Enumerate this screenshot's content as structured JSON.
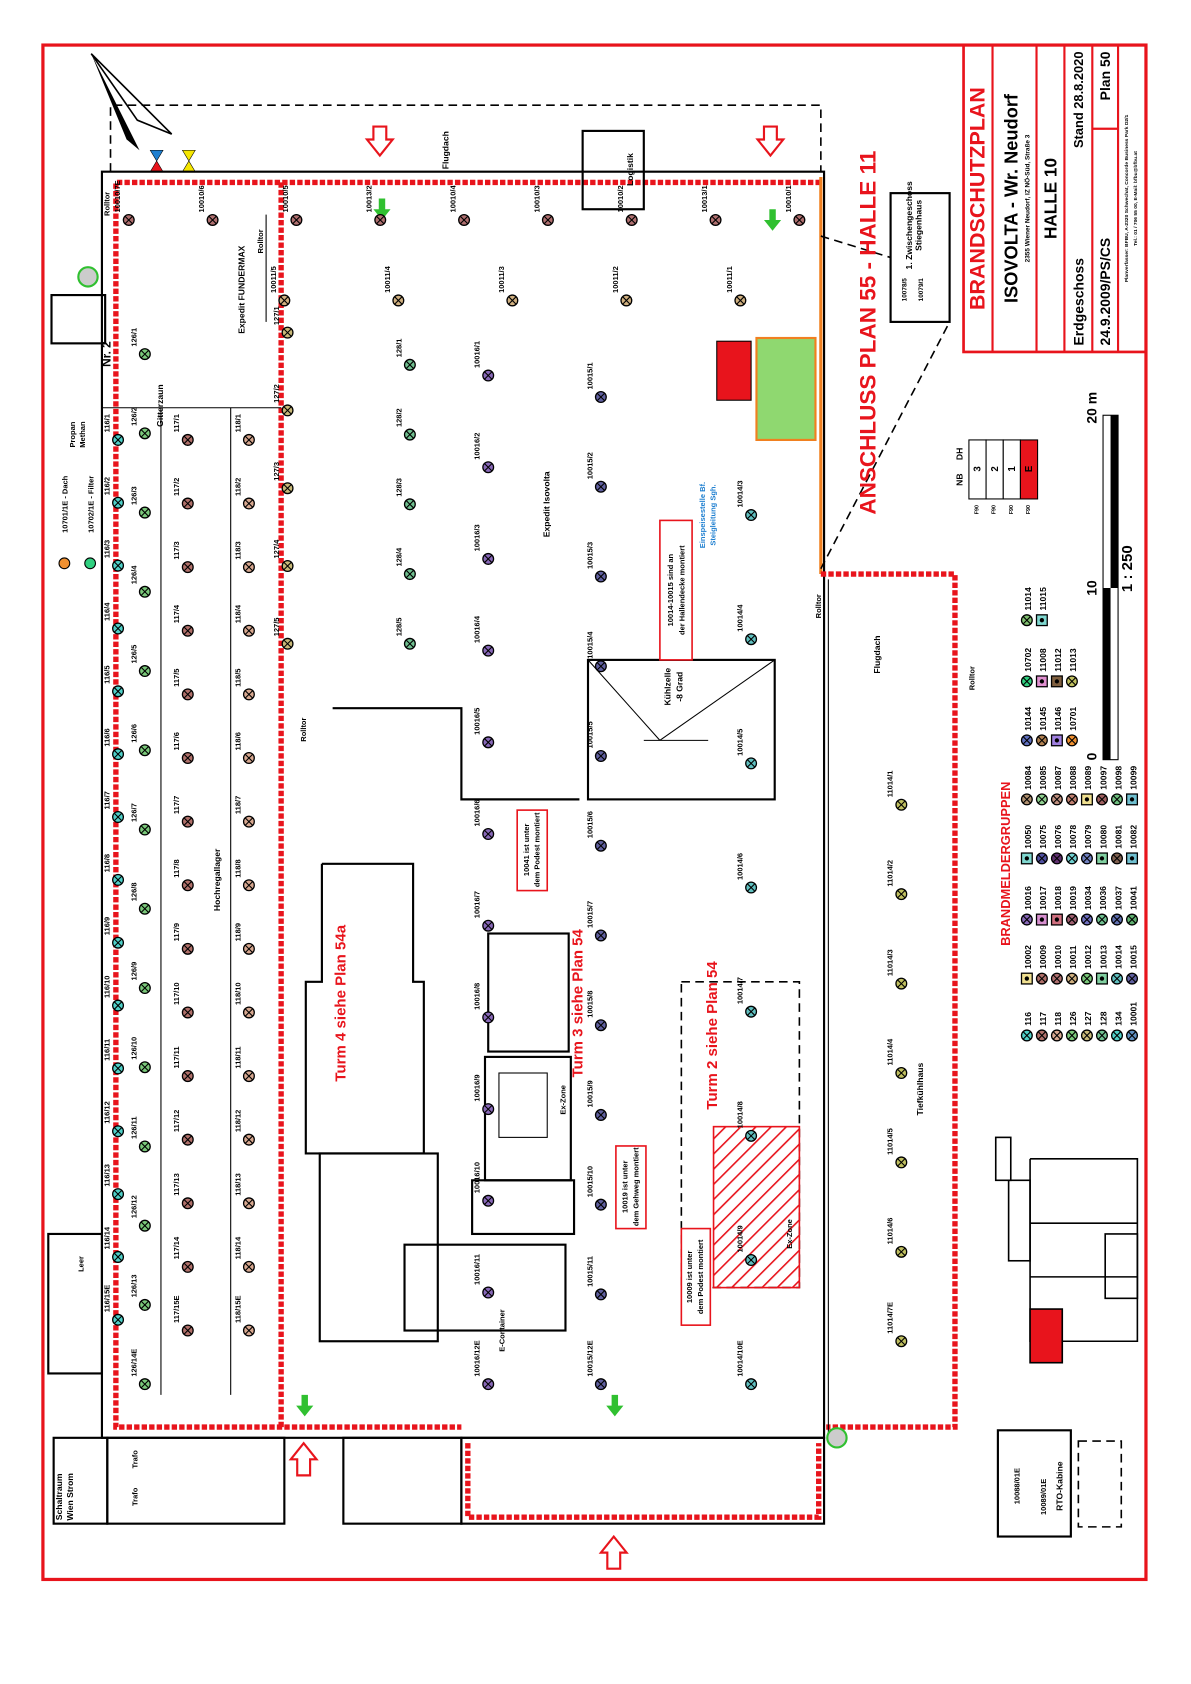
{
  "title_block": {
    "title": "BRANDSCHUTZPLAN",
    "company": "ISOVOLTA - Wr. Neudorf",
    "address": "2355 Wiener Neudorf, IZ NÖ-Süd, Straße 3",
    "hall": "HALLE 10",
    "floor": "Erdgeschoss",
    "status": "Stand 28.8.2020",
    "created": "24.9.2009/PS/CS",
    "plan_no": "Plan 50",
    "author_line1": "Planverfasser: BFBU, A-2320 Schwechat, Concorde Business Park D2/1",
    "author_line2": "Tel.: 01 / 706 55 00, E-Mail: bfbu@bfbu.at"
  },
  "scale": {
    "ratio": "1 : 250",
    "tick_0": "0",
    "tick_10": "10",
    "tick_20": "20 m"
  },
  "floors_table": {
    "nb": "NB",
    "dh": "DH",
    "levels": [
      "3",
      "2",
      "1",
      "E"
    ],
    "fire_rating": "F90",
    "current": "E"
  },
  "labels": {
    "hochregallager": "Hochregallager",
    "expedit_fundermax": "Expedit FUNDERMAX",
    "expedit_isovolta": "Expedit Isovolta",
    "tiefkuehlhaus": "Tiefkühlhaus",
    "flugdach": "Flugdach",
    "logistik": "Logistik",
    "kuehlzelle": "Kühlzelle",
    "kuehlzelle_temp": "-8 Grad",
    "turm4": "Turm 4 siehe Plan 54a",
    "turm3": "Turm 3 siehe Plan 54",
    "turm2": "Turm 2 siehe Plan 54",
    "anschluss": "ANSCHLUSS PLAN 55 - HALLE 11",
    "zwischengeschoss": "1. Zwischengeschoss",
    "stiegenhaus": "Stiegenhaus",
    "schaltraum": "Schaltraum",
    "wien_strom": "Wien Strom",
    "gitterzaun": "Gitterzaun",
    "propan": "Propan",
    "methan": "Methan",
    "nr2": "Nr. 2",
    "rolltor": "Rolltor",
    "e_container": "E-Container",
    "ex_zone": "Ex-Zone",
    "rto": "RTO-Kabine",
    "rto_det1": "10088/01E",
    "rto_det2": "10089/01E",
    "trafo": "Trafo",
    "leer": "Leer",
    "roof_dach": "10701/1E - Dach",
    "roof_filter": "10702/1E - Filter",
    "stair_det1": "10078/5",
    "stair_det2": "10079/1"
  },
  "notes": {
    "n1a": "10014-10015 sind an",
    "n1b": "der Hallendecke montiert",
    "n2a": "Einspeisestelle Bf.",
    "n2b": "Steigleitung Sgh.",
    "n3a": "10041 ist unter",
    "n3b": "dem Podest montiert",
    "n4a": "10019 ist unter",
    "n4b": "dem Gehweg montiert",
    "n5a": "10009 ist unter",
    "n5b": "dem Podest montiert"
  },
  "detector_rows": [
    {
      "group": "116",
      "color": "#4fd0c8",
      "labels": [
        "116/1",
        "116/2",
        "116/3",
        "116/4",
        "116/5",
        "116/6",
        "116/7",
        "116/8",
        "116/9",
        "116/10",
        "116/11",
        "116/12",
        "116/13",
        "116/14",
        "116/15E"
      ]
    },
    {
      "group": "126",
      "color": "#7ac87a",
      "labels": [
        "126/1",
        "126/2",
        "126/3",
        "126/4",
        "126/5",
        "126/6",
        "126/7",
        "126/8",
        "126/9",
        "126/10",
        "126/11",
        "126/12",
        "126/13",
        "126/14E"
      ]
    },
    {
      "group": "117",
      "color": "#b0706a",
      "labels": [
        "117/1",
        "117/2",
        "117/3",
        "117/4",
        "117/5",
        "117/6",
        "117/7",
        "117/8",
        "117/9",
        "117/10",
        "117/11",
        "117/12",
        "117/13",
        "117/14",
        "117/15E"
      ]
    },
    {
      "group": "118",
      "color": "#d8a890",
      "labels": [
        "118/1",
        "118/2",
        "118/3",
        "118/4",
        "118/5",
        "118/6",
        "118/7",
        "118/8",
        "118/9",
        "118/10",
        "118/11",
        "118/12",
        "118/13",
        "118/14",
        "118/15E"
      ]
    },
    {
      "group": "127",
      "color": "#c8b878",
      "labels": [
        "127/1",
        "127/2",
        "127/3",
        "127/4",
        "127/5"
      ]
    },
    {
      "group": "128",
      "color": "#70c090",
      "labels": [
        "128/1",
        "128/2",
        "128/3",
        "128/4",
        "128/5"
      ]
    },
    {
      "group": "10016",
      "color": "#8868b8",
      "labels": [
        "10016/1",
        "10016/2",
        "10016/3",
        "10016/4",
        "10016/5",
        "10016/6",
        "10016/7",
        "10016/8",
        "10016/9",
        "10016/10",
        "10016/11",
        "10016/12E"
      ]
    },
    {
      "group": "10015",
      "color": "#6060a0",
      "labels": [
        "10015/1",
        "10015/2",
        "10015/3",
        "10015/4",
        "10015/5",
        "10015/6",
        "10015/7",
        "10015/8",
        "10015/9",
        "10015/10",
        "10015/11",
        "10015/12E"
      ]
    },
    {
      "group": "10014",
      "color": "#60c0c0",
      "labels": [
        "10014/3",
        "10014/4",
        "10014/5",
        "10014/6",
        "10014/7",
        "10014/8",
        "10014/9",
        "10014/10E"
      ]
    },
    {
      "group": "11014",
      "color": "#c0c060",
      "labels": [
        "11014/1",
        "11014/2",
        "11014/3",
        "11014/4",
        "11014/5",
        "11014/6",
        "11014/7E"
      ]
    },
    {
      "group": "10010",
      "color": "#b07070",
      "labels": [
        "10010/7E",
        "10010/6",
        "10010/5",
        "10013/2",
        "10010/4",
        "10010/3",
        "10010/2",
        "10013/1",
        "10010/1"
      ]
    },
    {
      "group": "10011",
      "color": "#d0b080",
      "labels": [
        "10011/5",
        "10011/4",
        "10011/3",
        "10011/2",
        "10011/1"
      ]
    }
  ],
  "legend": {
    "title": "BRANDMELDERGRUPPEN",
    "groups": [
      [
        {
          "id": "116",
          "color": "#4fd0c8",
          "shape": "circle"
        },
        {
          "id": "117",
          "color": "#b0706a",
          "shape": "circle"
        },
        {
          "id": "118",
          "color": "#d8a890",
          "shape": "circle"
        },
        {
          "id": "126",
          "color": "#7ac87a",
          "shape": "circle"
        },
        {
          "id": "127",
          "color": "#c8b878",
          "shape": "circle"
        },
        {
          "id": "128",
          "color": "#70c090",
          "shape": "circle"
        },
        {
          "id": "134",
          "color": "#4fd0c8",
          "shape": "circle"
        },
        {
          "id": "10001",
          "color": "#6090c0",
          "shape": "circle"
        }
      ],
      [
        {
          "id": "10002",
          "color": "#f0e090",
          "shape": "square"
        },
        {
          "id": "10009",
          "color": "#b0706a",
          "shape": "circle"
        },
        {
          "id": "10010",
          "color": "#b07070",
          "shape": "circle"
        },
        {
          "id": "10011",
          "color": "#d0b080",
          "shape": "circle"
        },
        {
          "id": "10012",
          "color": "#7ac87a",
          "shape": "circle"
        },
        {
          "id": "10013",
          "color": "#80d0a0",
          "shape": "square"
        },
        {
          "id": "10014",
          "color": "#60c0c0",
          "shape": "circle"
        },
        {
          "id": "10015",
          "color": "#6060a0",
          "shape": "circle"
        }
      ],
      [
        {
          "id": "10016",
          "color": "#8868b8",
          "shape": "circle"
        },
        {
          "id": "10017",
          "color": "#d890d0",
          "shape": "square"
        },
        {
          "id": "10018",
          "color": "#d07080",
          "shape": "square"
        },
        {
          "id": "10019",
          "color": "#a06070",
          "shape": "circle"
        },
        {
          "id": "10034",
          "color": "#7070c0",
          "shape": "circle"
        },
        {
          "id": "10036",
          "color": "#70c090",
          "shape": "circle"
        },
        {
          "id": "10037",
          "color": "#6070b0",
          "shape": "circle"
        },
        {
          "id": "10041",
          "color": "#60b070",
          "shape": "circle"
        }
      ],
      [
        {
          "id": "10050",
          "color": "#80d8d0",
          "shape": "square"
        },
        {
          "id": "10075",
          "color": "#5050a0",
          "shape": "circle"
        },
        {
          "id": "10076",
          "color": "#603070",
          "shape": "circle"
        },
        {
          "id": "10078",
          "color": "#70d0d0",
          "shape": "circle"
        },
        {
          "id": "10079",
          "color": "#7080c0",
          "shape": "circle"
        },
        {
          "id": "10080",
          "color": "#80d0a0",
          "shape": "square"
        },
        {
          "id": "10081",
          "color": "#806050",
          "shape": "circle"
        },
        {
          "id": "10082",
          "color": "#70c0d0",
          "shape": "square"
        }
      ],
      [
        {
          "id": "10084",
          "color": "#b09070",
          "shape": "circle"
        },
        {
          "id": "10085",
          "color": "#90d090",
          "shape": "circle"
        },
        {
          "id": "10087",
          "color": "#c09080",
          "shape": "circle"
        },
        {
          "id": "10088",
          "color": "#c08070",
          "shape": "circle"
        },
        {
          "id": "10089",
          "color": "#f0e090",
          "shape": "square"
        },
        {
          "id": "10097",
          "color": "#a06060",
          "shape": "circle"
        },
        {
          "id": "10098",
          "color": "#70c080",
          "shape": "circle"
        },
        {
          "id": "10099",
          "color": "#70c0d0",
          "shape": "square"
        }
      ],
      [
        {
          "id": "10144",
          "color": "#6070c0",
          "shape": "circle"
        },
        {
          "id": "10145",
          "color": "#b08050",
          "shape": "circle"
        },
        {
          "id": "10146",
          "color": "#a080e0",
          "shape": "square"
        },
        {
          "id": "10701",
          "color": "#f09030",
          "shape": "circle"
        }
      ],
      [
        {
          "id": "10702",
          "color": "#30d080",
          "shape": "circle"
        },
        {
          "id": "11008",
          "color": "#e090d0",
          "shape": "square"
        },
        {
          "id": "11012",
          "color": "#806040",
          "shape": "square"
        },
        {
          "id": "11013",
          "color": "#c0c060",
          "shape": "circle"
        }
      ],
      [
        {
          "id": "11014",
          "color": "#80c070",
          "shape": "circle"
        },
        {
          "id": "11015",
          "color": "#80d8d0",
          "shape": "square"
        }
      ]
    ]
  },
  "colors": {
    "fire": "#e8141c",
    "orange": "#f08020",
    "electrical": "#8fd870",
    "warning": "#f5e600"
  }
}
